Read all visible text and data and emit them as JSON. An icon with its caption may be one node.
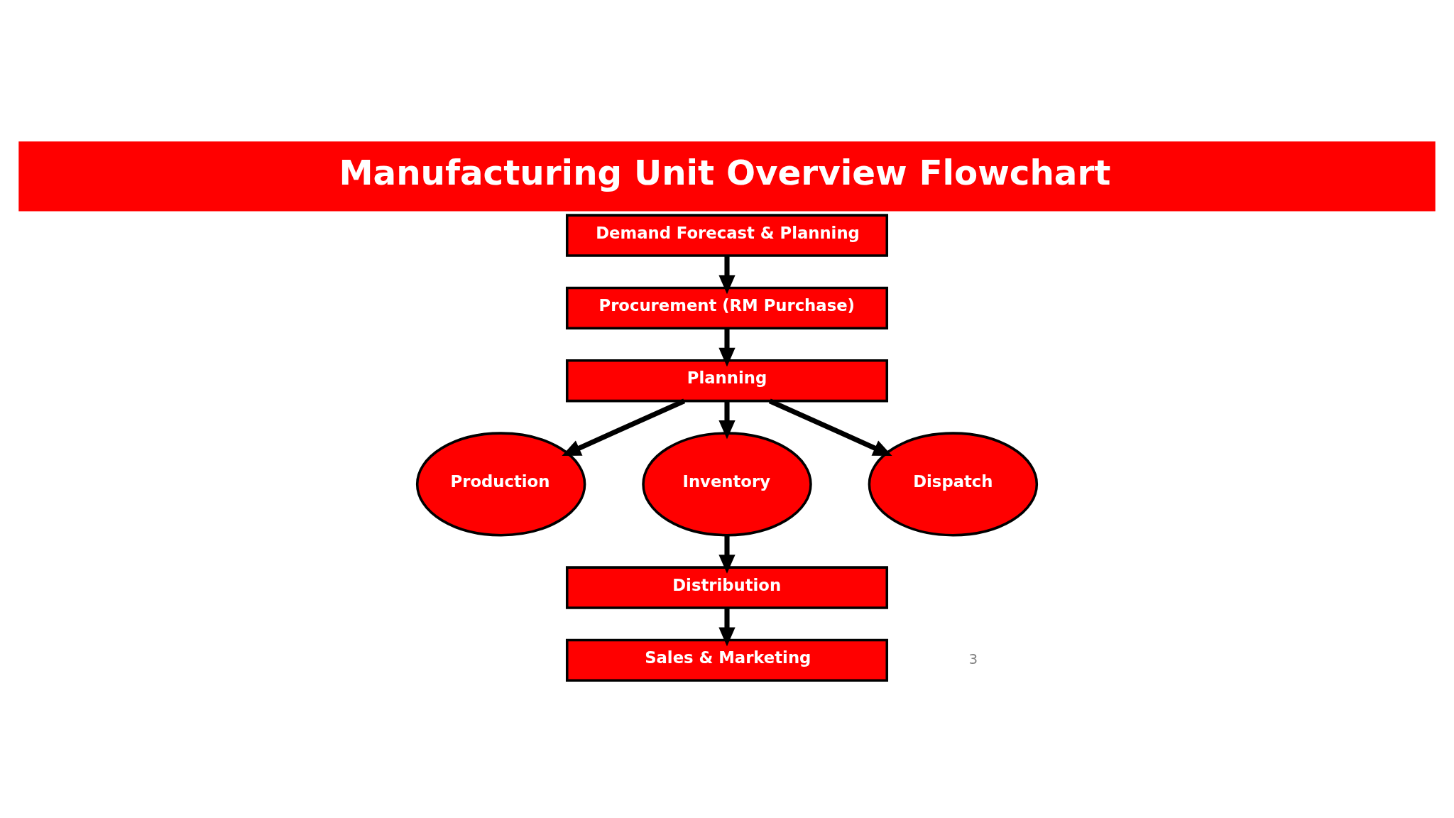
{
  "diagram": {
    "title": "Manufacturing Unit Overview Flowchart",
    "nodes": [
      {
        "text": [
          "Demand Forecast & Planning"
        ]
      },
      {
        "text": [
          "Procurement (RM Purchase)"
        ]
      },
      {
        "text": [
          "Planning"
        ]
      },
      {
        "text": [
          "Production"
        ]
      },
      {
        "text": [
          "Inventory"
        ]
      },
      {
        "text": [
          "Dispatch"
        ]
      },
      {
        "text": [
          "Distribution"
        ]
      },
      {
        "text": [
          "Sales & Marketing"
        ]
      }
    ],
    "edges": [
      {
        "from": 0,
        "to": 1,
        "arrow": "to"
      },
      {
        "from": 1,
        "to": 2,
        "arrow": "to"
      },
      {
        "from": 2,
        "to": 3,
        "arrow": "to"
      },
      {
        "from": 2,
        "to": 4,
        "arrow": "to"
      },
      {
        "from": 2,
        "to": 5,
        "arrow": "to"
      },
      {
        "from": 4,
        "to": 6,
        "arrow": "to"
      },
      {
        "from": 6,
        "to": 7,
        "arrow": "to"
      }
    ],
    "labels": [
      "3"
    ]
  }
}
